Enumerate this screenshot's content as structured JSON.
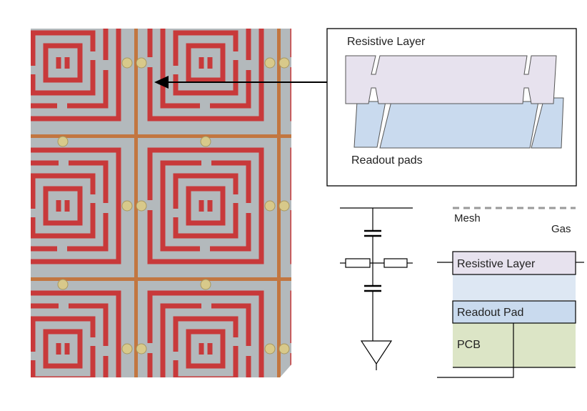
{
  "figure": {
    "photo_caption": "",
    "inset": {
      "resistive_label": "Resistive Layer",
      "readout_label": "Readout pads"
    },
    "stack": {
      "mesh_label": "Mesh",
      "gas_label": "Gas",
      "resistive_label": "Resistive Layer",
      "pad_label": "Readout Pad",
      "pcb_label": "PCB"
    },
    "colors": {
      "resistive": "#e7e2ee",
      "readout": "#c9daee",
      "gap": "#dde7f3",
      "pcb": "#dce5c6",
      "mesh": "#9a9a9a",
      "photo_bg": "#b3b9bc",
      "photo_trace": "#c8393a",
      "photo_orange": "#c46a2a"
    }
  }
}
